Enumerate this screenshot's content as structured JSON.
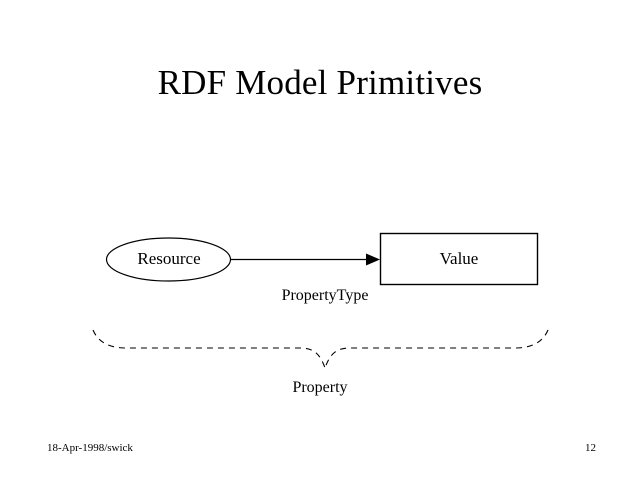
{
  "slide": {
    "title": "RDF Model Primitives",
    "background_color": "#ffffff",
    "ink_color": "#000000"
  },
  "diagram": {
    "type": "rdf-statement-graph",
    "subject_node": {
      "label": "Resource",
      "shape": "ellipse"
    },
    "object_node": {
      "label": "Value",
      "shape": "rectangle"
    },
    "edge": {
      "label": "PropertyType",
      "style": "solid-arrow",
      "direction": "subject-to-object"
    },
    "brace": {
      "label": "Property",
      "style": "dashed-curly-brace",
      "orientation": "down"
    }
  },
  "footer": {
    "date_author": "18-Apr-1998/swick",
    "page_number": "12"
  }
}
